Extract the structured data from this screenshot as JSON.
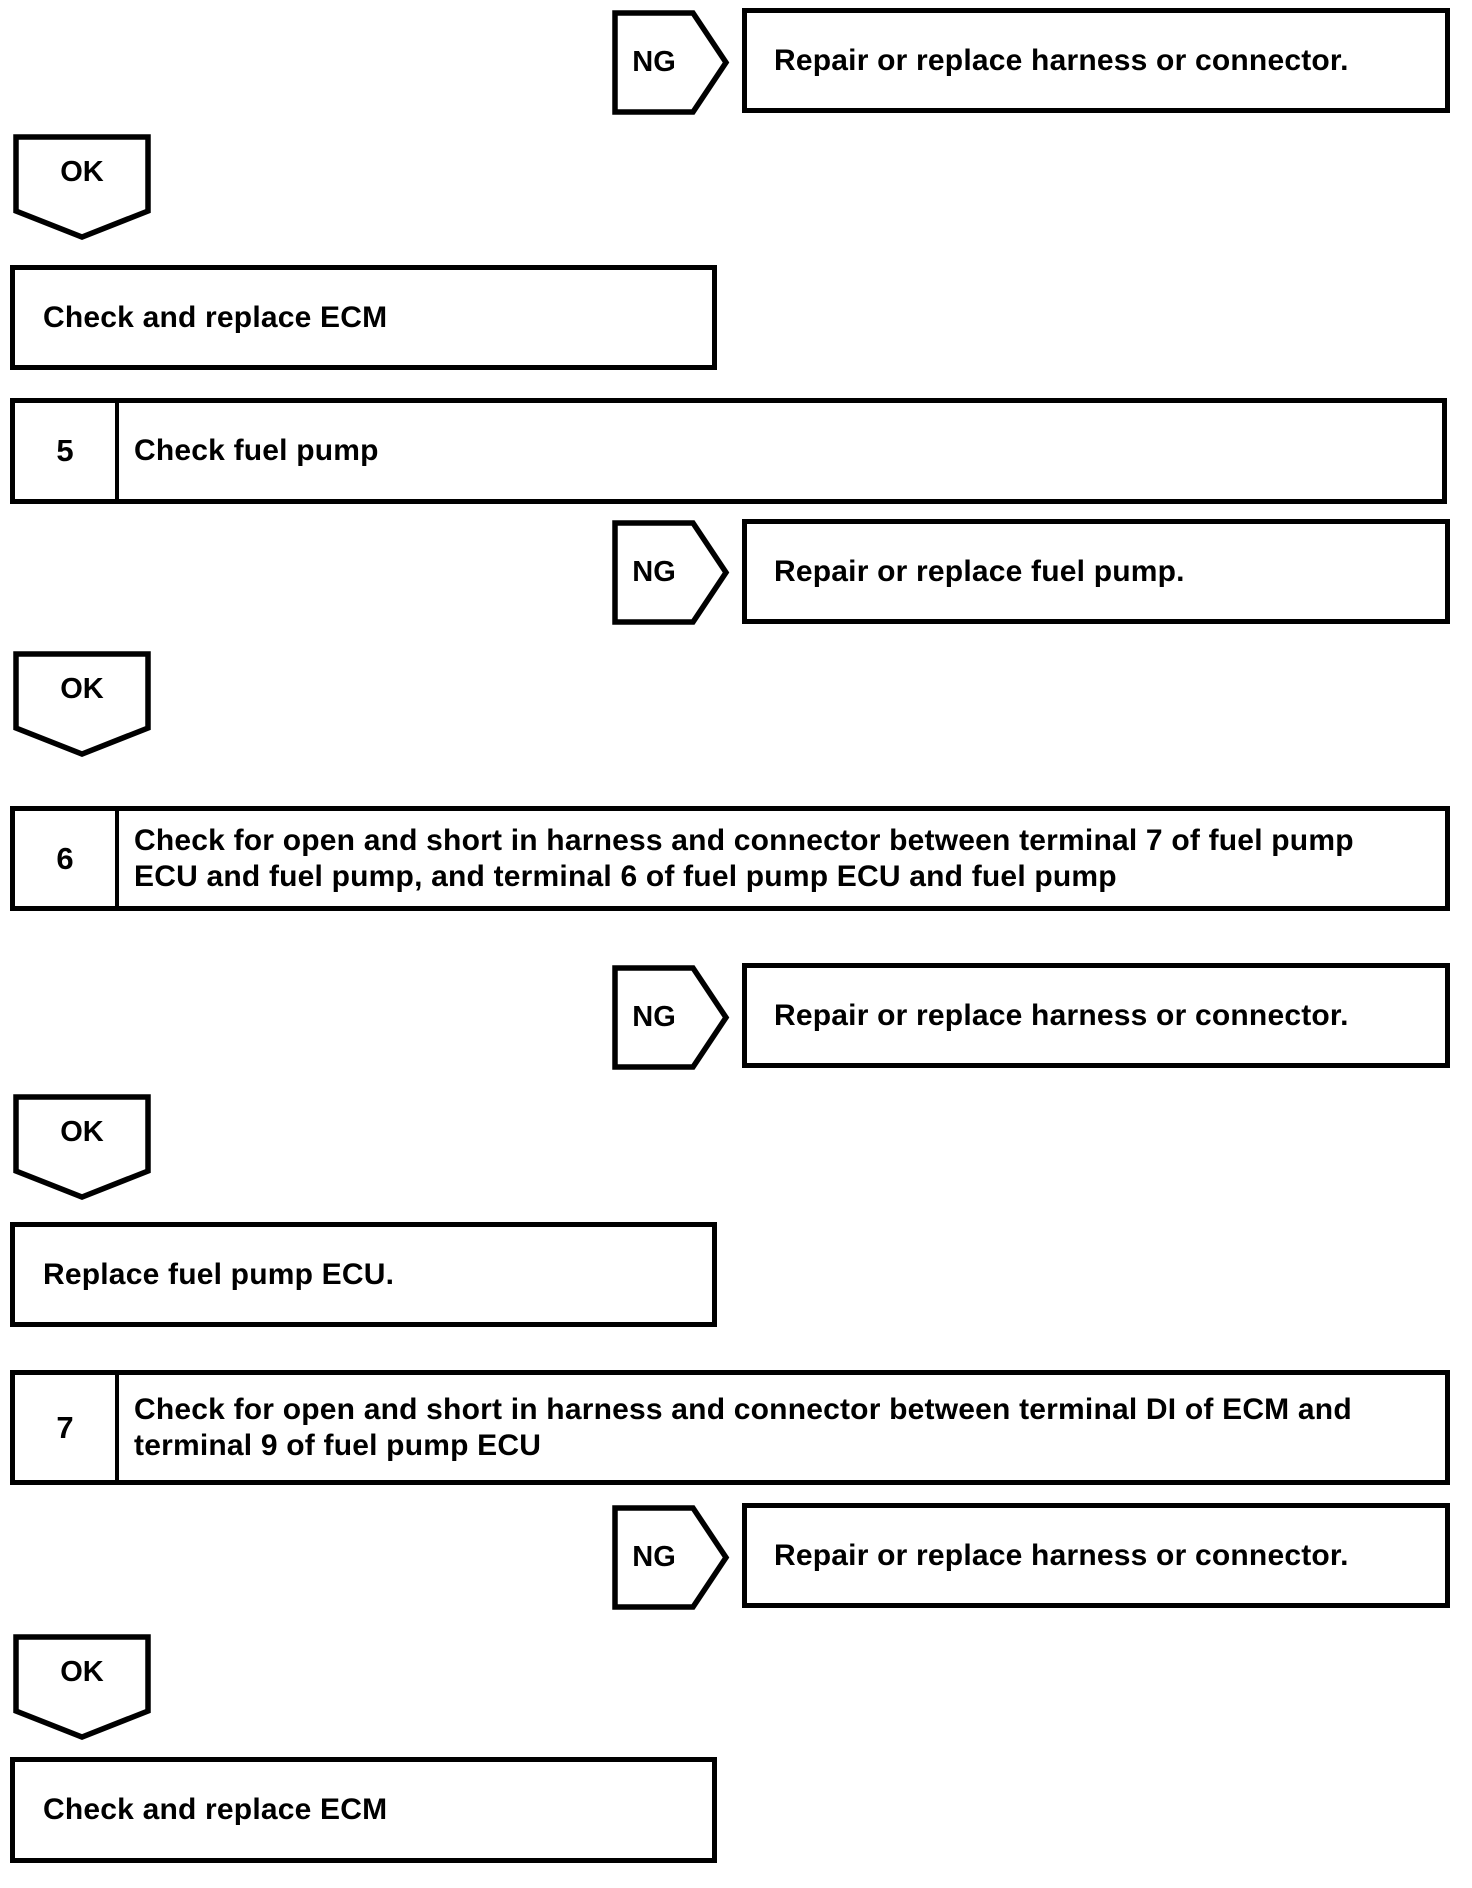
{
  "flowchart": {
    "colors": {
      "line": "#000000",
      "background": "#ffffff"
    },
    "ng1": {
      "label": "NG",
      "result": "Repair or replace harness or connector."
    },
    "ok1": {
      "label": "OK"
    },
    "action1": {
      "text": "Check and replace ECM"
    },
    "step5": {
      "number": "5",
      "text": "Check fuel pump"
    },
    "ng2": {
      "label": "NG",
      "result": "Repair or replace fuel pump."
    },
    "ok2": {
      "label": "OK"
    },
    "step6": {
      "number": "6",
      "text": "Check for open and short in harness and connector between terminal 7 of fuel pump ECU and fuel pump, and terminal 6 of fuel pump ECU and fuel pump"
    },
    "ng3": {
      "label": "NG",
      "result": "Repair or replace harness or connector."
    },
    "ok3": {
      "label": "OK"
    },
    "action2": {
      "text": "Replace fuel pump ECU."
    },
    "step7": {
      "number": "7",
      "text": "Check for open and short in harness and connector between terminal DI of ECM and terminal 9 of fuel pump ECU"
    },
    "ng4": {
      "label": "NG",
      "result": "Repair or replace harness or connector."
    },
    "ok4": {
      "label": "OK"
    },
    "action3": {
      "text": "Check and replace ECM"
    }
  }
}
